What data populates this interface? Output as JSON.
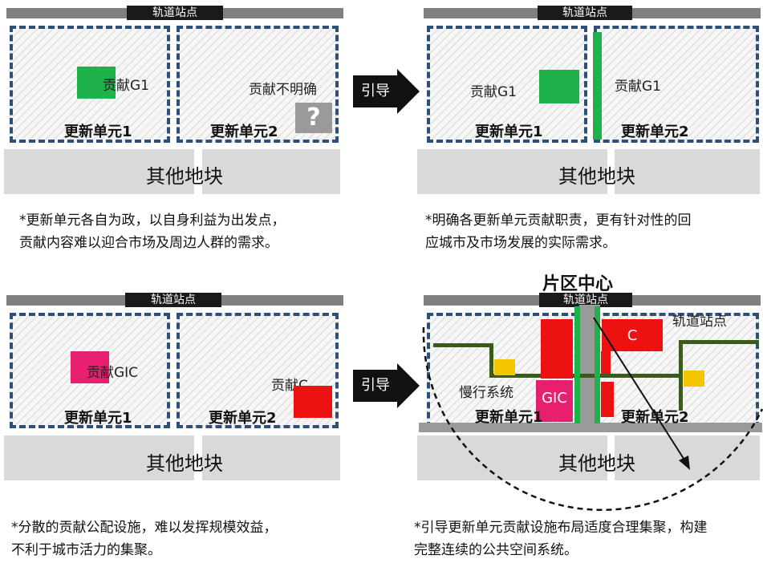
{
  "rail_station": "轨道站点",
  "unit1": "更新单元1",
  "unit2": "更新单元2",
  "other_land": "其他地块",
  "guide": "引导",
  "panel_tl": {
    "contrib_g1": "贡献G1",
    "contrib_unclear": "贡献不明确",
    "question": "?",
    "note_line1": "*更新单元各自为政，以自身利益为出发点，",
    "note_line2": "贡献内容难以迎合市场及周边人群的需求。"
  },
  "panel_tr": {
    "contrib_g1_left": "贡献G1",
    "contrib_g1_right": "贡献G1",
    "note_line1": "*明确各更新单元贡献职责，更有针对性的回",
    "note_line2": "应城市及市场发展的实际需求。"
  },
  "panel_bl": {
    "contrib_gic": "贡献GIC",
    "contrib_c": "贡献C",
    "note_line1": "*分散的贡献公配设施，难以发挥规模效益，",
    "note_line2": "不利于城市活力的集聚。"
  },
  "panel_br": {
    "district_center": "片区中心",
    "rail_station_side": "轨道站点",
    "c_label": "C",
    "gic_label": "GIC",
    "slow_system": "慢行系统",
    "note_line1": "*引导更新单元贡献设施布局适度合理集聚，构建",
    "note_line2": "完整连续的公共空间系统。"
  },
  "colors": {
    "contrib_green": "#1fb24a",
    "gic_magenta": "#e6206e",
    "commercial_red": "#ee1111",
    "slow_system_road": "#3b5a1e",
    "facility_yellow": "#f7c400",
    "unit_border": "#2e4f78"
  }
}
